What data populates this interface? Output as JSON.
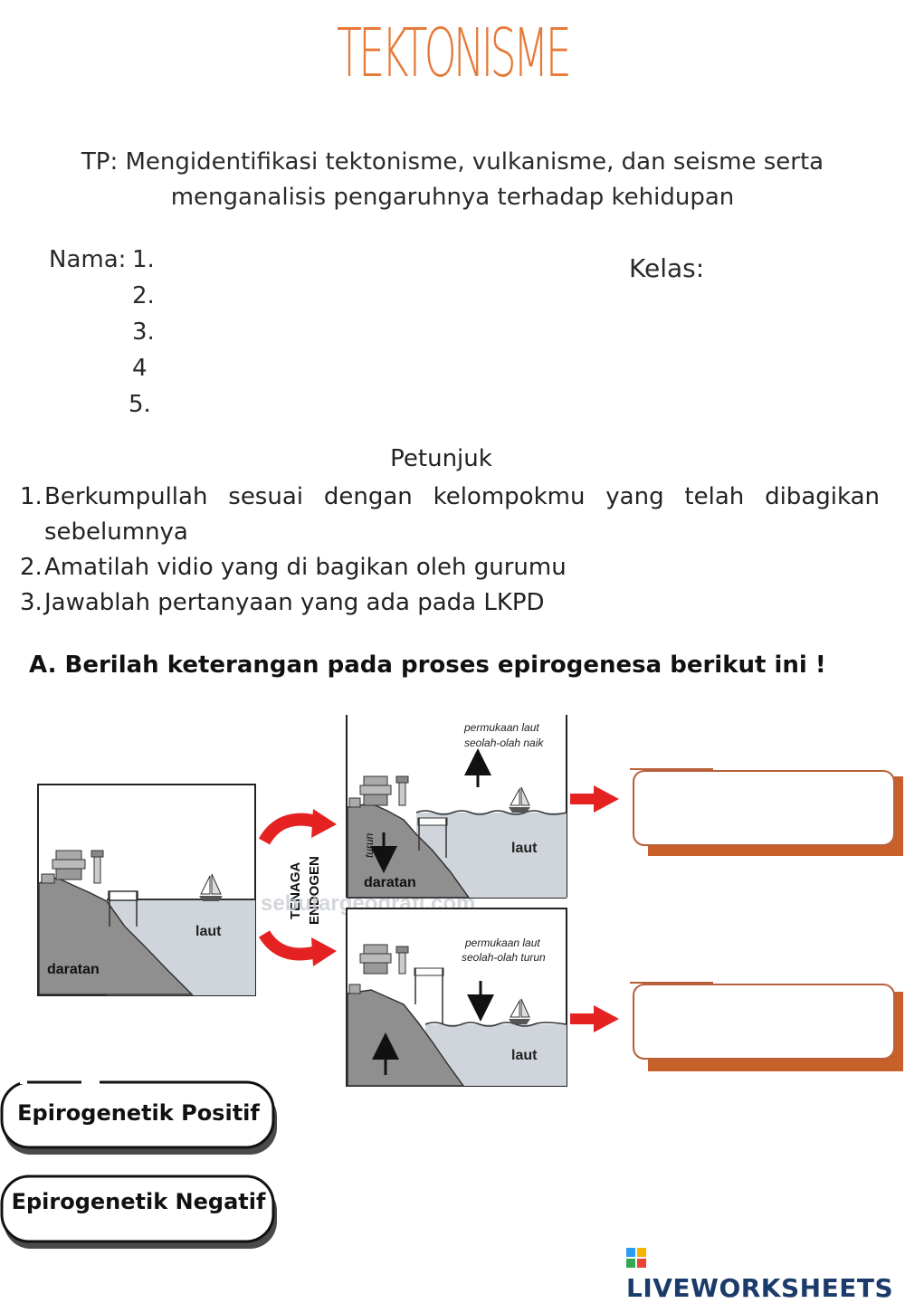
{
  "header": {
    "title": "TEKTONISME",
    "tp_line1": "TP: Mengidentifikasi tektonisme, vulkanisme, dan seisme serta",
    "tp_line2": "menganalisis pengaruhnya terhadap kehidupan"
  },
  "identity": {
    "nama_label": "Nama:",
    "numbers": [
      "1.",
      "2.",
      "3.",
      "4",
      "5."
    ],
    "kelas_label": "Kelas:"
  },
  "petunjuk": {
    "title": "Petunjuk",
    "items": [
      {
        "num": "1.",
        "text": "Berkumpullah sesuai dengan kelompokmu yang telah dibagikan sebelumnya"
      },
      {
        "num": "2.",
        "text": "Amatilah vidio yang di bagikan oleh gurumu"
      },
      {
        "num": "3.",
        "text": "Jawablah pertanyaan yang ada pada LKPD"
      }
    ]
  },
  "section_a": {
    "heading": "A. Berilah keterangan pada proses epirogenesa berikut ini !"
  },
  "diagram": {
    "left_panel": {
      "daratan": "daratan",
      "laut": "laut"
    },
    "watermark": "sebutargeografi.com",
    "force_label_1": "TENAGA",
    "force_label_2": "ENDOGEN",
    "top_panel": {
      "caption_1": "permukaan laut",
      "caption_2": "seolah-olah naik",
      "turun": "turun",
      "daratan": "daratan",
      "laut": "laut"
    },
    "bottom_panel": {
      "caption_1": "permukaan laut",
      "caption_2": "seolah-olah turun",
      "laut": "laut"
    }
  },
  "answer_boxes": {
    "top_value": "",
    "bottom_value": ""
  },
  "drag_options": [
    "Epirogenetik Positif",
    "Epirogenetik Negatif"
  ],
  "footer": {
    "brand": "LIVEWORKSHEETS"
  },
  "colors": {
    "title": "#e57a3a",
    "box_border": "#b8603a",
    "box_shadow": "#c8602a",
    "arrow": "#e52222"
  }
}
